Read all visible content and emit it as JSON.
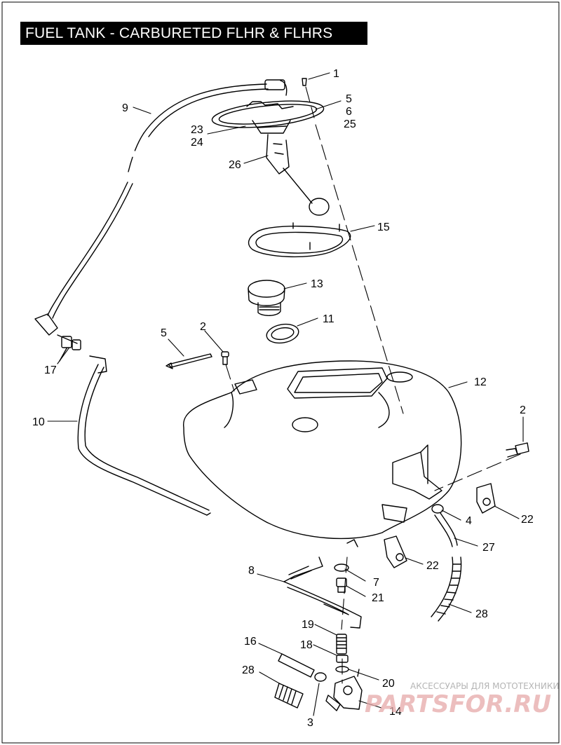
{
  "diagram": {
    "title": "FUEL TANK - CARBURETED FLHR & FLHRS",
    "callouts": {
      "c1": "1",
      "c5a": "5",
      "c6": "6",
      "c25": "25",
      "c9": "9",
      "c23": "23",
      "c24": "24",
      "c26": "26",
      "c15": "15",
      "c13": "13",
      "c11": "11",
      "c5b": "5",
      "c2a": "2",
      "c17": "17",
      "c12": "12",
      "c10": "10",
      "c2b": "2",
      "c4": "4",
      "c22a": "22",
      "c27": "27",
      "c22b": "22",
      "c8": "8",
      "c7": "7",
      "c21": "21",
      "c28a": "28",
      "c19": "19",
      "c16": "16",
      "c18": "18",
      "c28b": "28",
      "c20": "20",
      "c3": "3",
      "c14": "14"
    }
  },
  "watermark": {
    "line1": "АКСЕССУАРЫ ДЛЯ МОТОТЕХНИКИ",
    "line2": "PARTSFOR.RU",
    "color": "#e6a9a9"
  }
}
